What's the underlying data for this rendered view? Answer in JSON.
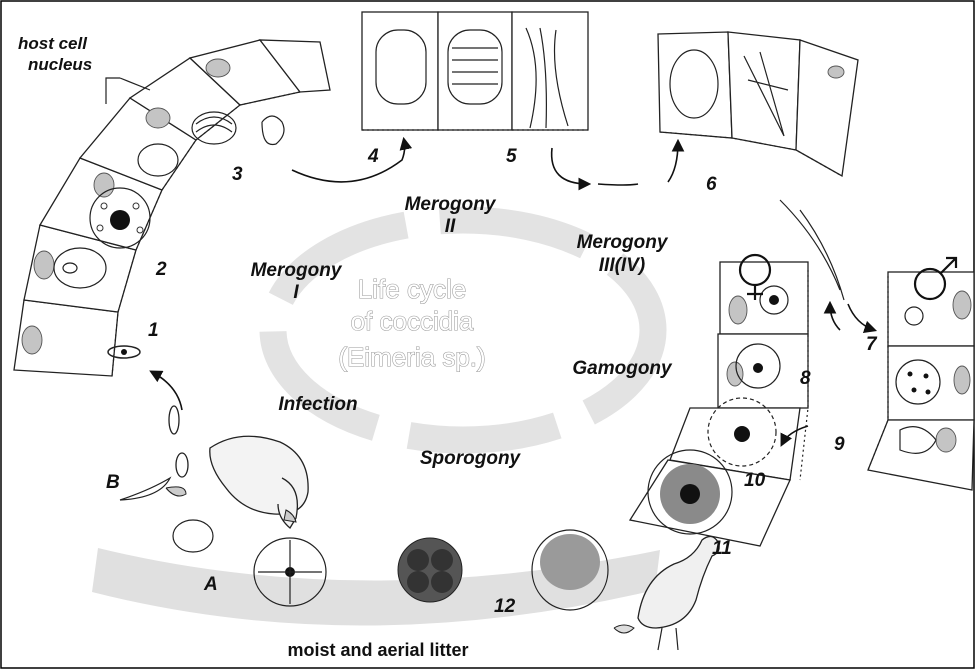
{
  "diagram": {
    "title_lines": [
      "Life cycle",
      "of coccidia",
      "(Eimeria sp.)"
    ],
    "host_label_lines": [
      "host cell",
      "nucleus"
    ],
    "phases": [
      {
        "id": "merogony-ii",
        "lines": [
          "Merogony",
          "II"
        ]
      },
      {
        "id": "merogony-iii",
        "lines": [
          "Merogony",
          "III(IV)"
        ]
      },
      {
        "id": "merogony-i",
        "lines": [
          "Merogony",
          "I"
        ]
      },
      {
        "id": "gamogony",
        "lines": [
          "Gamogony"
        ]
      },
      {
        "id": "infection",
        "lines": [
          "Infection"
        ]
      },
      {
        "id": "sporogony",
        "lines": [
          "Sporogony"
        ]
      }
    ],
    "stage_numbers": [
      "1",
      "2",
      "3",
      "4",
      "5",
      "6",
      "7",
      "8",
      "9",
      "10",
      "11",
      "12"
    ],
    "letters": [
      "A",
      "B"
    ],
    "litter_label": "moist and aerial litter",
    "symbols": {
      "female": "female-symbol",
      "male": "male-symbol"
    },
    "colors": {
      "ring": "#e3e3e3",
      "nucleus": "#c4c4c4",
      "ink": "#222222"
    }
  }
}
